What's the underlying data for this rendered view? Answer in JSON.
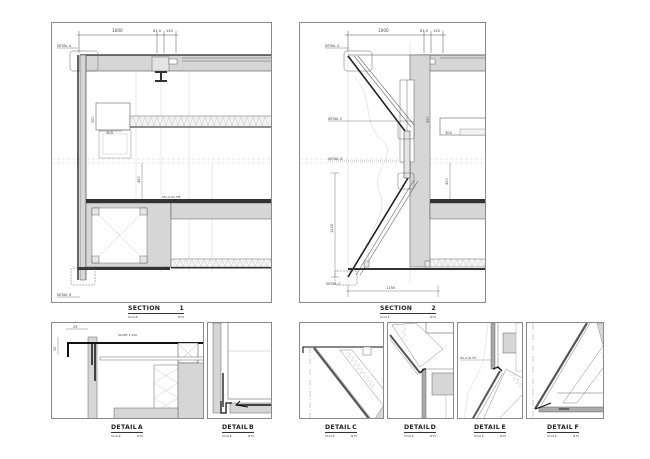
{
  "section1": {
    "title": "SECTION",
    "number": "1",
    "scale_label": "SCALE",
    "scale_value": "NTS",
    "dims": {
      "top_width": "1000",
      "a": "87.5",
      "b": "150",
      "v1": "300",
      "h1": "300",
      "v2": "450"
    },
    "callouts": [
      "DETAIL A",
      "DETAIL B"
    ],
    "level_text": "SFL-0.55 FFL"
  },
  "section2": {
    "title": "SECTION",
    "number": "2",
    "scale_label": "SCALE",
    "scale_value": "NTS",
    "dims": {
      "top_width": "1000",
      "a": "87.5",
      "b": "150",
      "v1": "300",
      "h1": "300",
      "v2": "400",
      "height": "1200",
      "bottom_width": "1150"
    },
    "callouts": [
      "DETAIL A",
      "DETAIL E",
      "DETAIL D",
      "DETAIL C"
    ]
  },
  "details": [
    {
      "id": "A",
      "title": "DETAIL",
      "letter": "A",
      "scale_label": "SCALE",
      "scale_value": "NTS",
      "dim_h": "25",
      "dim_v": "20",
      "note": "SLOPE 1:200"
    },
    {
      "id": "B",
      "title": "DETAIL",
      "letter": "B",
      "scale_label": "SCALE",
      "scale_value": "NTS"
    },
    {
      "id": "C",
      "title": "DETAIL",
      "letter": "C",
      "scale_label": "SCALE",
      "scale_value": "NTS"
    },
    {
      "id": "D",
      "title": "DETAIL",
      "letter": "D",
      "scale_label": "SCALE",
      "scale_value": "NTS"
    },
    {
      "id": "E",
      "title": "DETAIL",
      "letter": "E",
      "scale_label": "SCALE",
      "scale_value": "NTS",
      "note": "SFL-0.45 FFL"
    },
    {
      "id": "F",
      "title": "DETAIL",
      "letter": "F",
      "scale_label": "SCALE",
      "scale_value": "NTS"
    }
  ],
  "colors": {
    "line": "#222222",
    "concrete": "#d6d6d6",
    "frame": "#8a8a8a",
    "guide": "#b5b5b5"
  }
}
